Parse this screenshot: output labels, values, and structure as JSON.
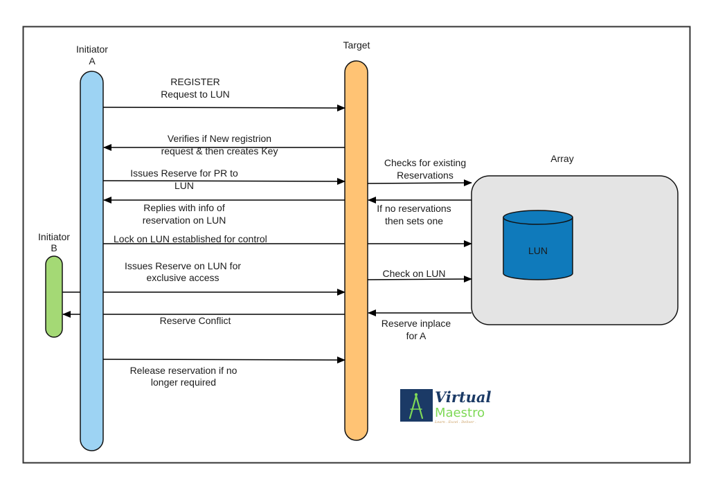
{
  "participants": {
    "initiator_a": {
      "line1": "Initiator",
      "line2": "A",
      "color": "#9dd3f3"
    },
    "initiator_b": {
      "line1": "Initiator",
      "line2": "B",
      "color": "#a4d975"
    },
    "target": {
      "label": "Target",
      "color": "#ffc374"
    },
    "array": {
      "label": "Array",
      "color": "#e4e4e4"
    },
    "lun": {
      "label": "LUN",
      "color": "#0f7abb"
    }
  },
  "messages": [
    {
      "from": "Initiator A",
      "to": "Target",
      "lines": [
        "REGISTER",
        "Request to LUN"
      ]
    },
    {
      "from": "Target",
      "to": "Initiator A",
      "lines": [
        "Verifies if New registrion",
        "request & then creates Key"
      ]
    },
    {
      "from": "Initiator A",
      "to": "Target",
      "lines": [
        "Issues Reserve for PR to",
        "LUN"
      ]
    },
    {
      "from": "Target",
      "to": "Initiator A",
      "lines": [
        "Replies with info of",
        "reservation on LUN"
      ]
    },
    {
      "from": "Initiator A",
      "to": "Array",
      "lines": [
        "Lock on LUN established for control"
      ]
    },
    {
      "from": "Initiator B",
      "to": "Target",
      "lines": [
        "Issues Reserve on LUN for",
        "exclusive access"
      ]
    },
    {
      "from": "Target",
      "to": "Initiator B",
      "lines": [
        "Reserve Conflict"
      ]
    },
    {
      "from": "Initiator A",
      "to": "Target",
      "lines": [
        "Release reservation if no",
        "longer required"
      ]
    },
    {
      "from": "Target",
      "to": "Array",
      "lines": [
        "Checks for existing",
        "Reservations"
      ]
    },
    {
      "from": "Array",
      "to": "Target",
      "lines": [
        "If no reservations",
        "then sets one"
      ]
    },
    {
      "from": "Target",
      "to": "Array",
      "lines": [
        "Check on LUN"
      ]
    },
    {
      "from": "Array",
      "to": "Target",
      "lines": [
        "Reserve inplace",
        "for A"
      ]
    }
  ],
  "logo": {
    "word1": "Virtual",
    "word2": "Maestro",
    "tagline": "Learn . Excel . Deliver .",
    "bg_color": "#1b3a66",
    "accent_color": "#7ed957",
    "text_color": "#1b3a66"
  }
}
